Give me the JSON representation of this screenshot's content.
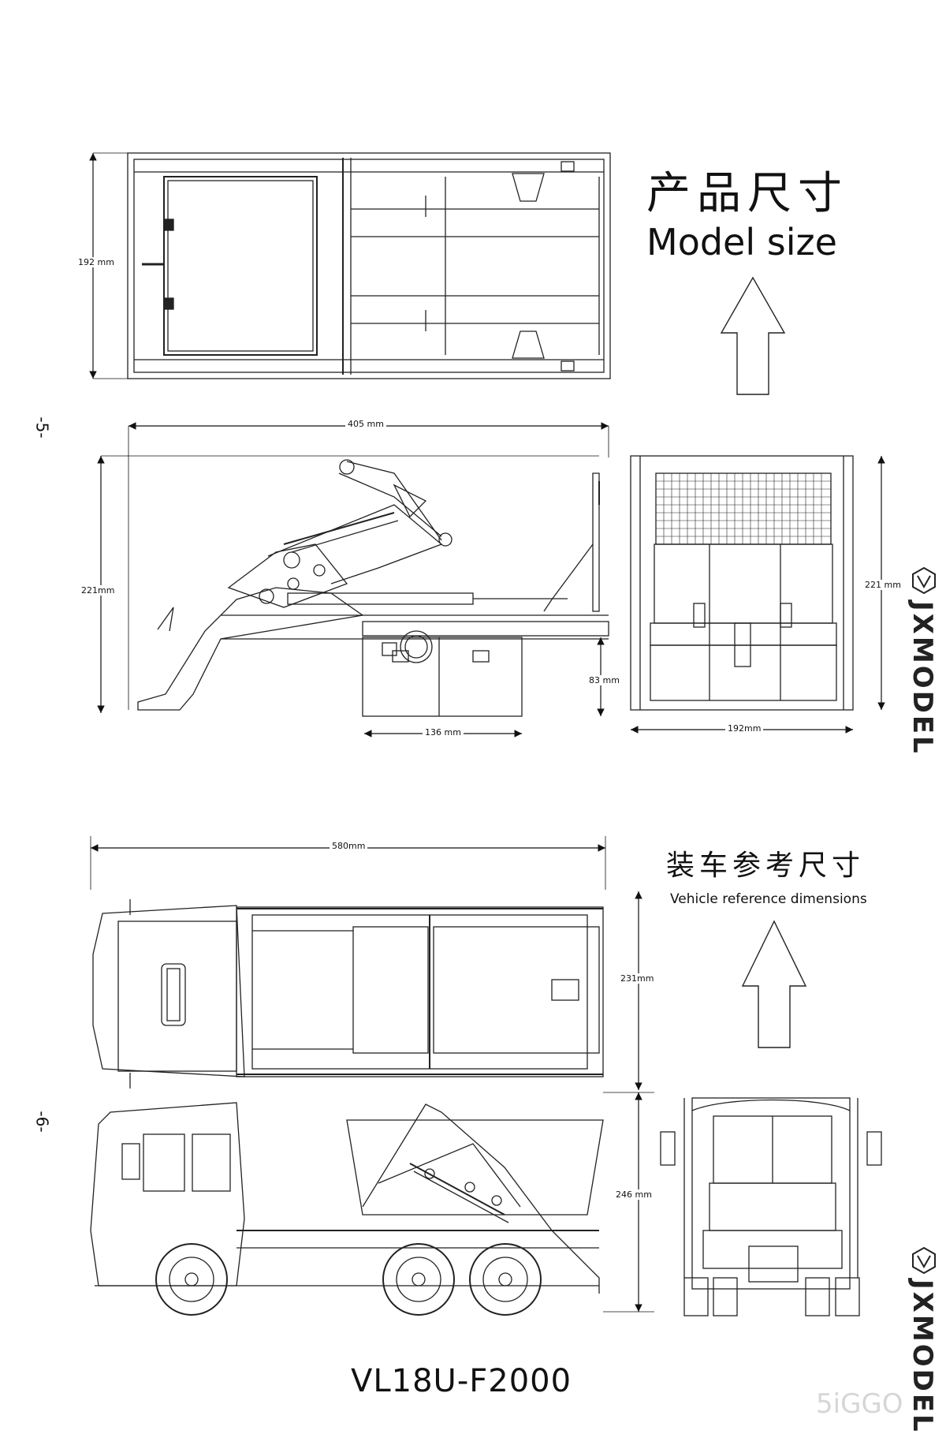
{
  "model_size": {
    "title_cn": "产品尺寸",
    "title_en": "Model size"
  },
  "vehicle_ref": {
    "title_cn": "装车参考尺寸",
    "title_en": "Vehicle reference dimensions"
  },
  "page_numbers": [
    "-5-",
    "-6-"
  ],
  "dimensions": {
    "top_width": "192 mm",
    "side_length": "405 mm",
    "side_height": "221mm",
    "box_width": "136 mm",
    "box_height": "83 mm",
    "rear_height": "221 mm",
    "rear_width": "192mm",
    "truck_length": "580mm",
    "truck_width": "231mm",
    "truck_height": "246 mm"
  },
  "model_code": "VL18U-F2000",
  "brand": "JXMODEL",
  "watermark": "5iGGO"
}
